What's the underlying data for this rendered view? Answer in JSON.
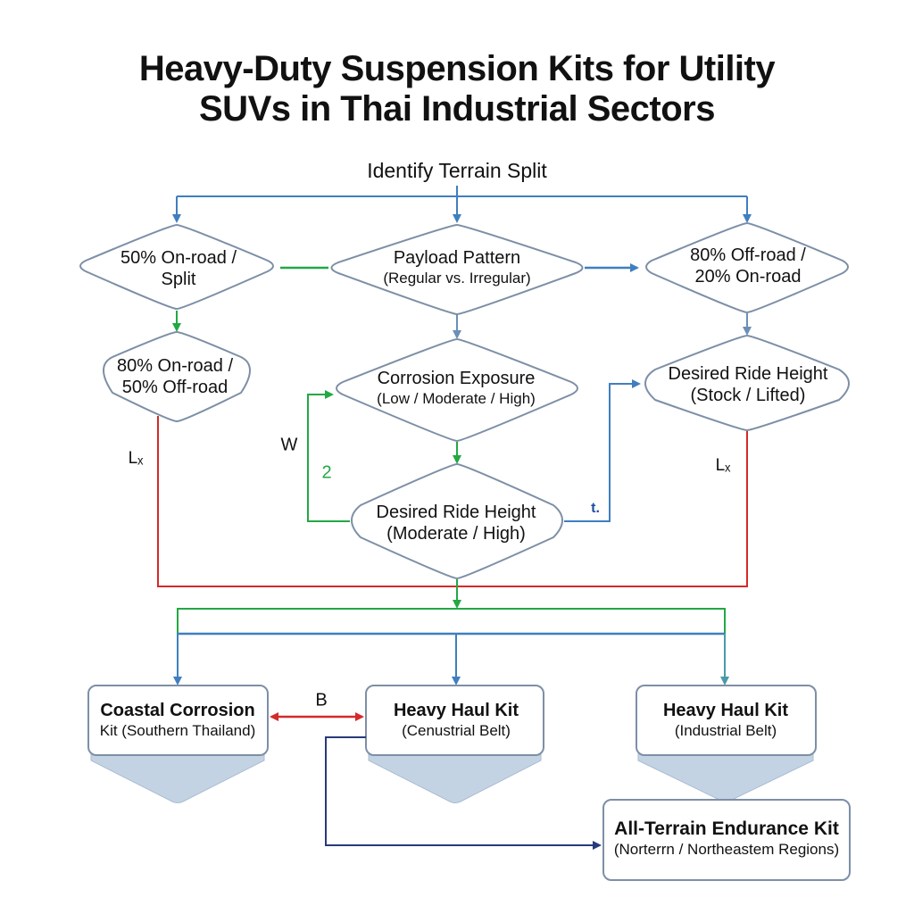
{
  "title": {
    "line1": "Heavy-Duty Suspension Kits for Utility",
    "line2": "SUVs in Thai Industrial Sectors"
  },
  "start": {
    "label": "Identify Terrain Split"
  },
  "decisions": {
    "onroad_split": {
      "line1": "50% On-road /",
      "line2": "Split"
    },
    "payload": {
      "line1": "Payload Pattern",
      "line2": "(Regular vs. Irregular)"
    },
    "offroad": {
      "line1": "80% Off-road /",
      "line2": "20% On-road"
    },
    "onroad_mix": {
      "line1": "80% On-road /",
      "line2": "50% Off-road"
    },
    "corrosion": {
      "line1": "Corrosion Exposure",
      "line2": "(Low / Moderate / High)"
    },
    "ride_height_right": {
      "line1": "Desired Ride Height",
      "line2": "(Stock / Lifted)"
    },
    "ride_height_center": {
      "line1": "Desired Ride Height",
      "line2": "(Moderate / High)"
    }
  },
  "annotations": {
    "left_l": "Lₓ",
    "right_l": "Lₓ",
    "w": "W",
    "two": "2",
    "t": "t.",
    "b": "B"
  },
  "kits": {
    "coastal": {
      "line1": "Coastal Corrosion",
      "line2": "Kit (Southern Thailand)"
    },
    "heavy_haul_center": {
      "line1": "Heavy Haul Kit",
      "line2": "(Cenustrial Belt)"
    },
    "heavy_haul_right": {
      "line1": "Heavy Haul Kit",
      "line2": "(Industrial Belt)"
    },
    "all_terrain": {
      "line1": "All-Terrain Endurance Kit",
      "line2": "(Norterrn / Northeastem Regions)"
    }
  },
  "colors": {
    "blue": "#3f7fbf",
    "green": "#22a844",
    "red": "#d42a2a",
    "navy": "#283a7a",
    "teal": "#4a9aa8",
    "shape_stroke": "#7d8fa6",
    "funnel_fill": "#c4d3e4"
  }
}
